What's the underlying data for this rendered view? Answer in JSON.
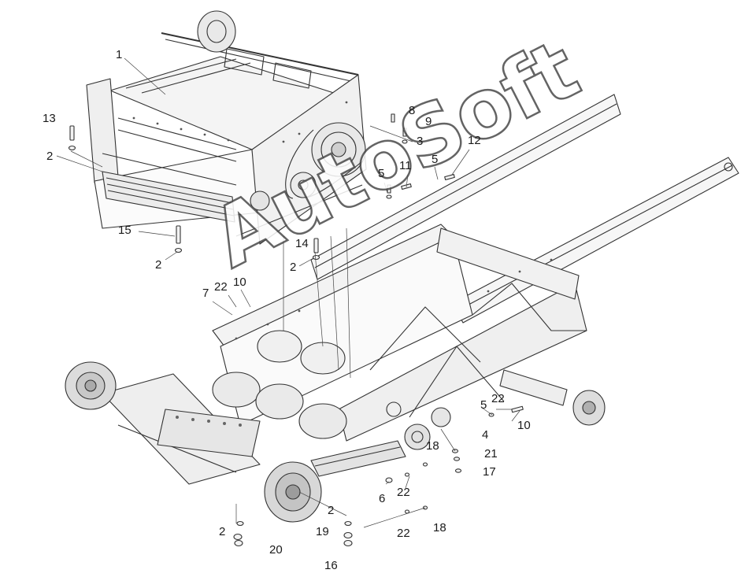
{
  "diagram": {
    "watermark": "AutoSoft",
    "callouts": {
      "c1": "1",
      "c2a": "2",
      "c2b": "2",
      "c2c": "2",
      "c2d": "2",
      "c2e": "2",
      "c3": "3",
      "c4": "4",
      "c5a": "5",
      "c5b": "5",
      "c5c": "5",
      "c6": "6",
      "c7": "7",
      "c8": "8",
      "c9": "9",
      "c10a": "10",
      "c10b": "10",
      "c11": "11",
      "c12": "12",
      "c13": "13",
      "c14": "14",
      "c15": "15",
      "c16": "16",
      "c17": "17",
      "c18a": "18",
      "c18b": "18",
      "c19": "19",
      "c20": "20",
      "c21": "21",
      "c22a": "22",
      "c22b": "22",
      "c22c": "22",
      "c22d": "22"
    }
  }
}
